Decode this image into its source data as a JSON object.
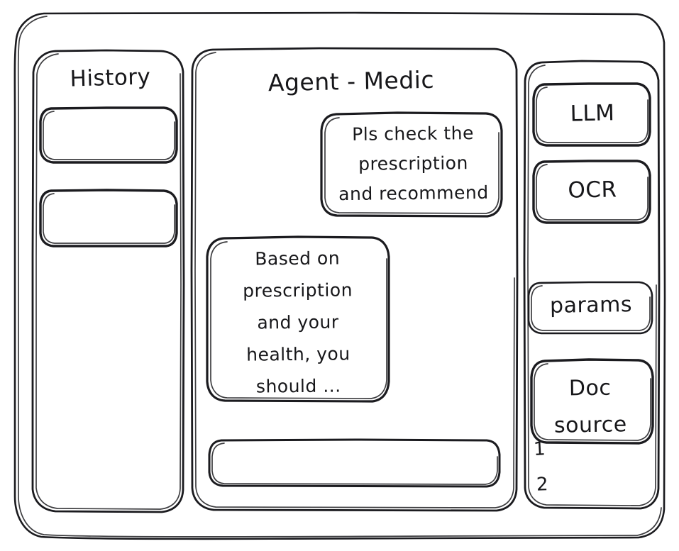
{
  "app": {
    "style": "hand-drawn-wireframe",
    "stroke_color": "#1b1b1f",
    "background_color": "#ffffff"
  },
  "sidebar_left": {
    "title": "History",
    "items": [
      {
        "label": "",
        "name": "history-item-1"
      },
      {
        "label": "",
        "name": "history-item-2"
      }
    ]
  },
  "main": {
    "title": "Agent - Medic",
    "messages": [
      {
        "role": "user",
        "text": "Pls check the\nprescription\nand recommend"
      },
      {
        "role": "assistant",
        "text": "Based on\nprescription\nand your\nhealth, you\nshould ..."
      }
    ],
    "composer": {
      "value": "",
      "placeholder": ""
    }
  },
  "sidebar_right": {
    "tools": [
      {
        "label": "LLM",
        "name": "tool-llm"
      },
      {
        "label": "OCR",
        "name": "tool-ocr"
      },
      {
        "label": "params",
        "name": "tool-params"
      }
    ],
    "doc_source": {
      "label": "Doc\nsource",
      "items": [
        "1",
        "2"
      ]
    }
  }
}
